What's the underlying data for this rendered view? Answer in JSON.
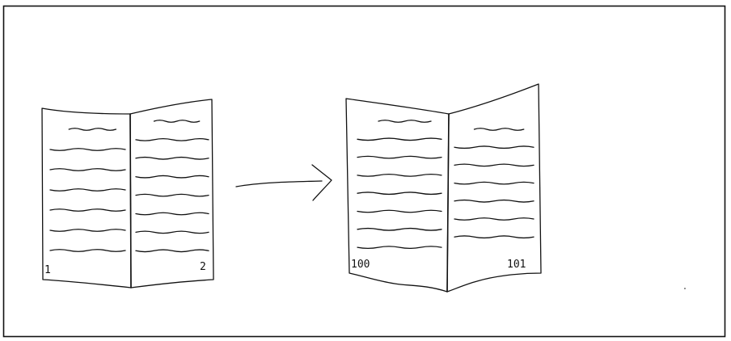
{
  "diagram": {
    "colors": {
      "ink": "#111111",
      "background": "#ffffff"
    },
    "book_before": {
      "left_page_number": "1",
      "right_page_number": "2",
      "left_text_lines": 7,
      "right_text_lines": 8
    },
    "arrow": {
      "icon": "right-arrow-icon"
    },
    "book_after": {
      "left_page_number": "100",
      "right_page_number": "101",
      "left_text_lines": 8,
      "right_text_lines": 7
    }
  }
}
